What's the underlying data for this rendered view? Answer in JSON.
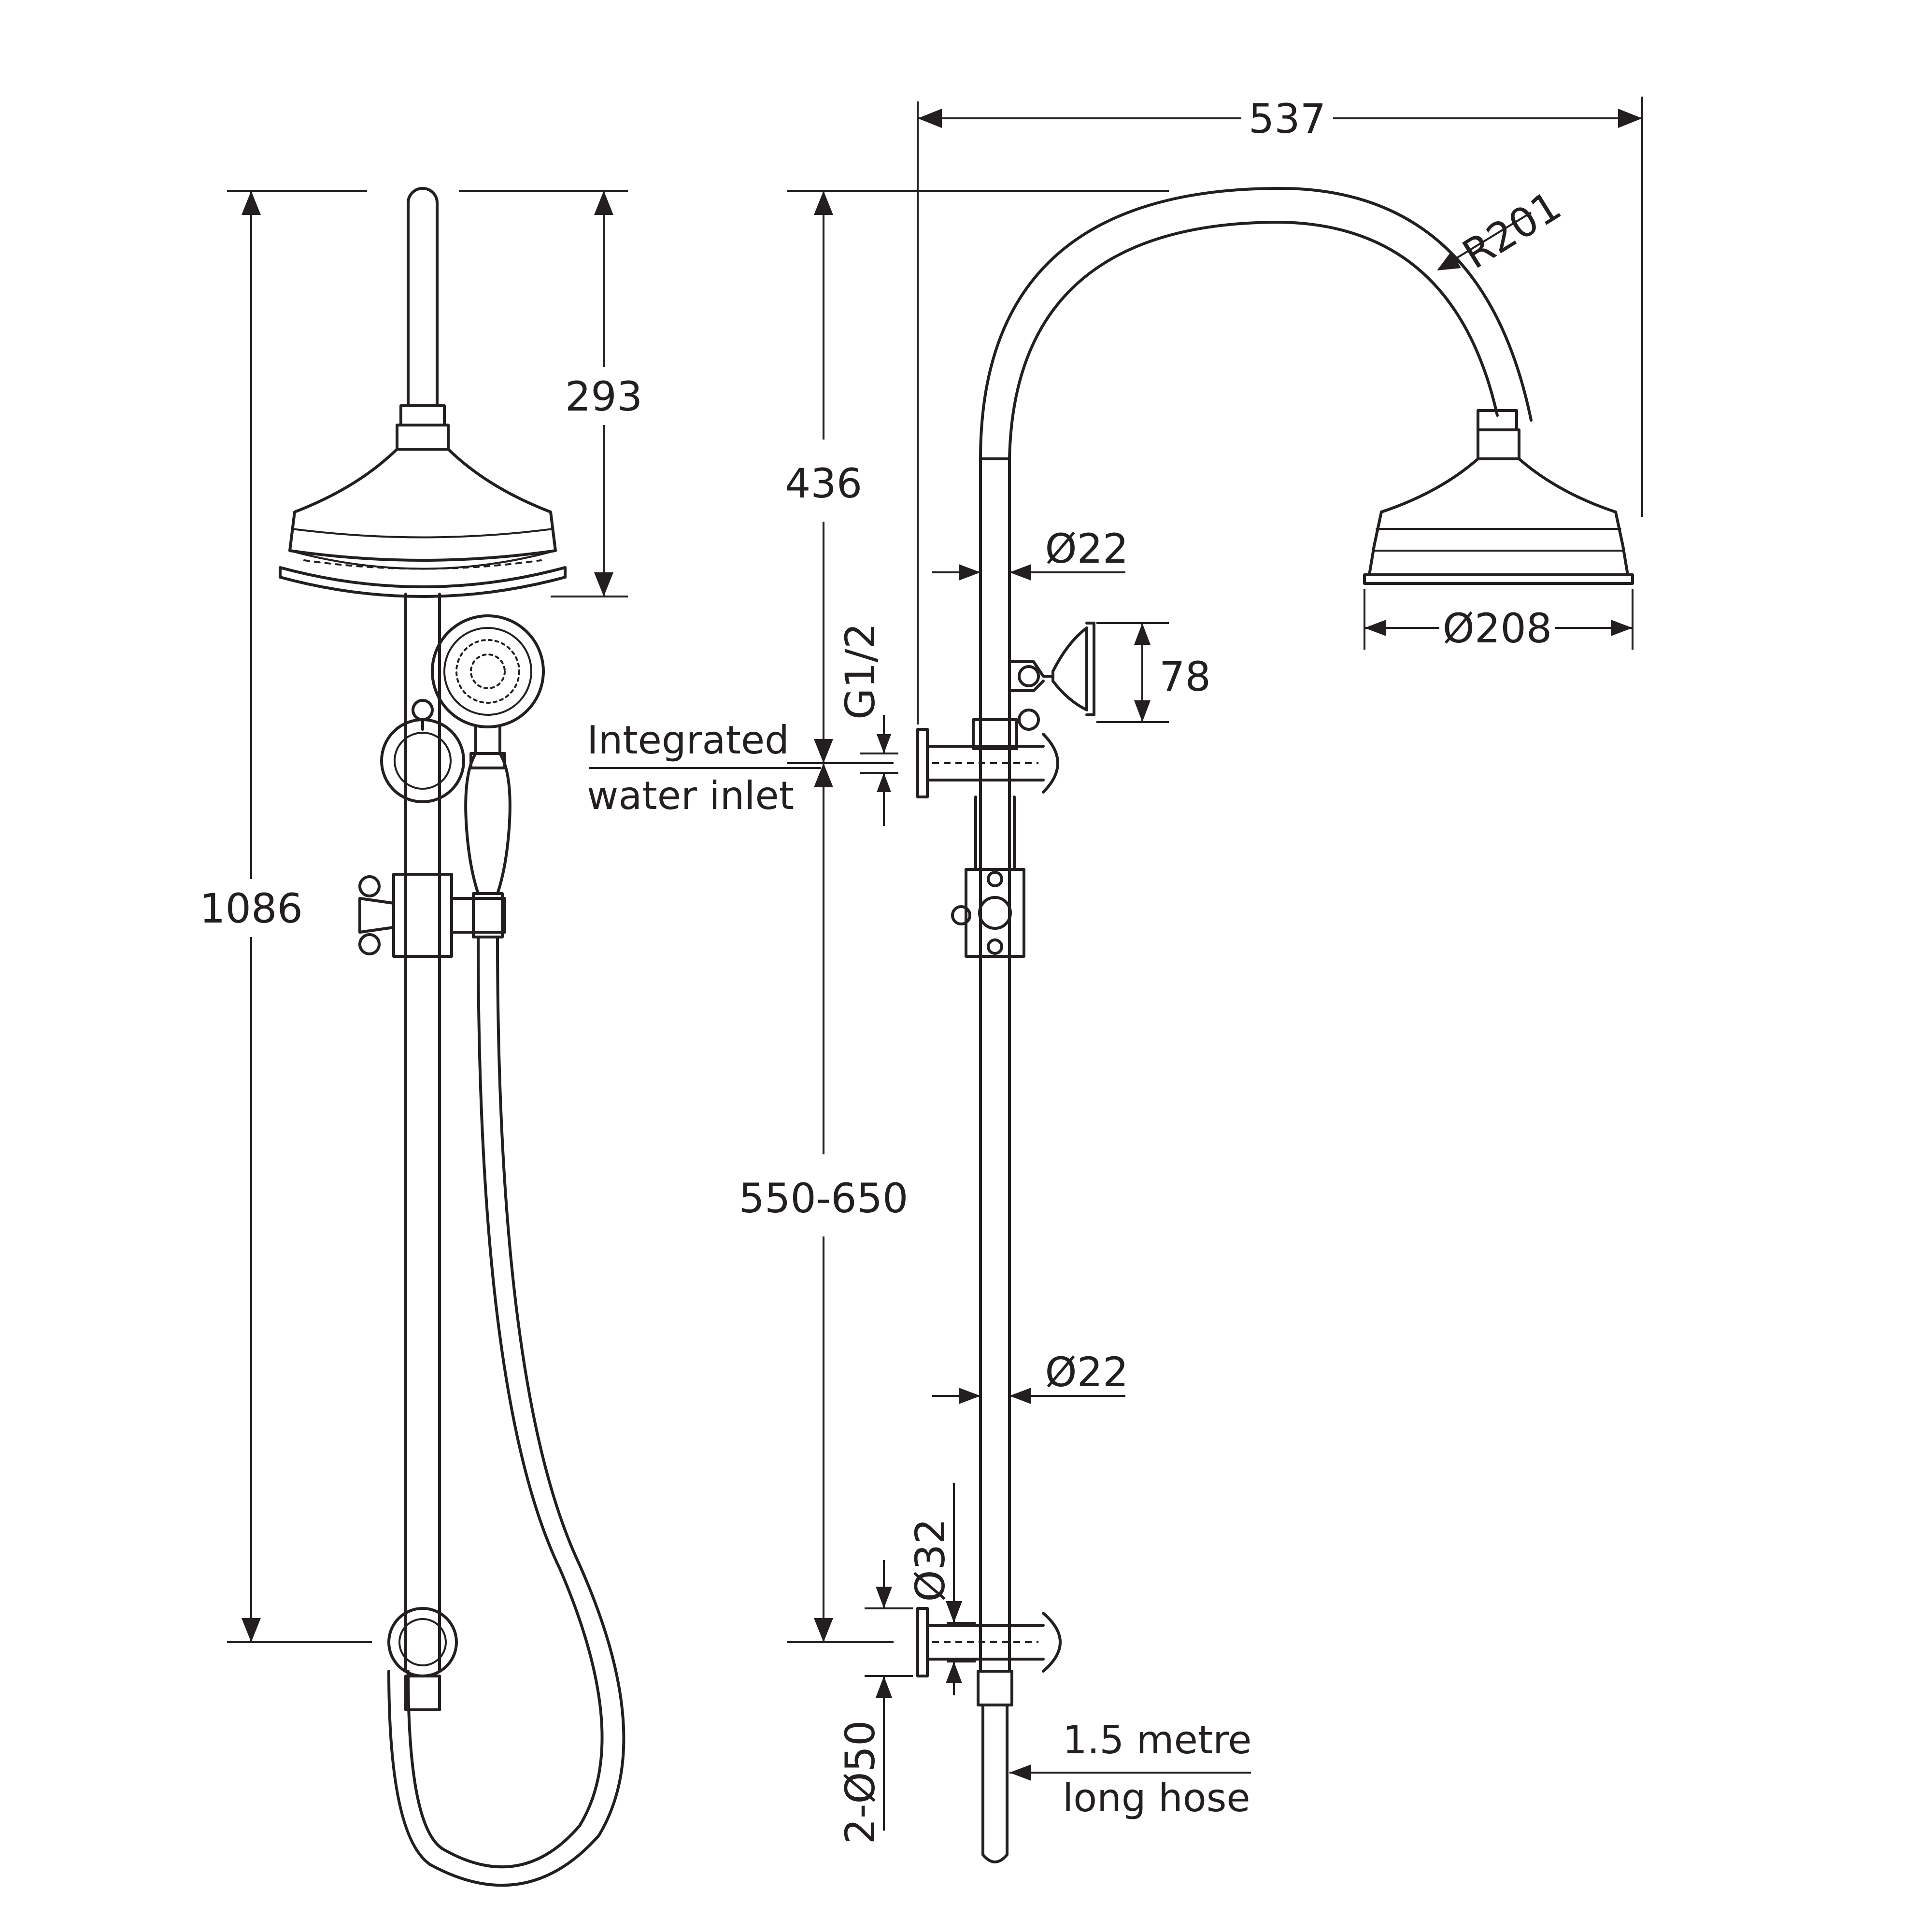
{
  "dimensions": {
    "total_height": "1086",
    "head_drop": "293",
    "arm_height": "436",
    "rail_range": "550-650",
    "overall_width": "537",
    "arc_radius": "R201",
    "pipe_diameter_upper": "Ø22",
    "pipe_diameter_lower": "Ø22",
    "head_diameter": "Ø208",
    "head_depth": "78",
    "thread": "G1/2",
    "flange_diameter": "Ø32",
    "wall_plate": "2-Ø50"
  },
  "notes": {
    "inlet_line1": "Integrated",
    "inlet_line2": "water inlet",
    "hose_line1": "1.5 metre",
    "hose_line2": "long hose"
  }
}
